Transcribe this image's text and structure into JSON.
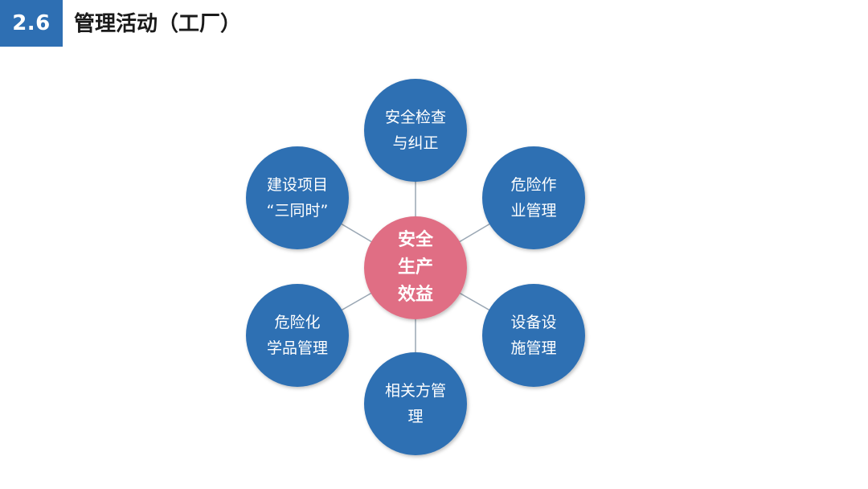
{
  "header": {
    "section_number": "2.6",
    "title": "管理活动（工厂）"
  },
  "diagram": {
    "center": {
      "lines": [
        "安全",
        "生产",
        "效益"
      ]
    },
    "nodes": [
      {
        "id": "safety-inspection",
        "lines": [
          "安全检查",
          "与纠正"
        ]
      },
      {
        "id": "hazardous-work",
        "lines": [
          "危险作",
          "业管理"
        ]
      },
      {
        "id": "equipment",
        "lines": [
          "设备设",
          "施管理"
        ]
      },
      {
        "id": "related-party",
        "lines": [
          "相关方管",
          "理"
        ]
      },
      {
        "id": "hazardous-chemicals",
        "lines": [
          "危险化",
          "学品管理"
        ]
      },
      {
        "id": "construction-project",
        "lines": [
          "建设项目",
          "“三同时”"
        ]
      }
    ]
  },
  "colors": {
    "badge": "#2e6fb3",
    "node_fill": "#2e6fb3",
    "center_fill": "#e06e84",
    "connector": "#9aa7b4"
  }
}
